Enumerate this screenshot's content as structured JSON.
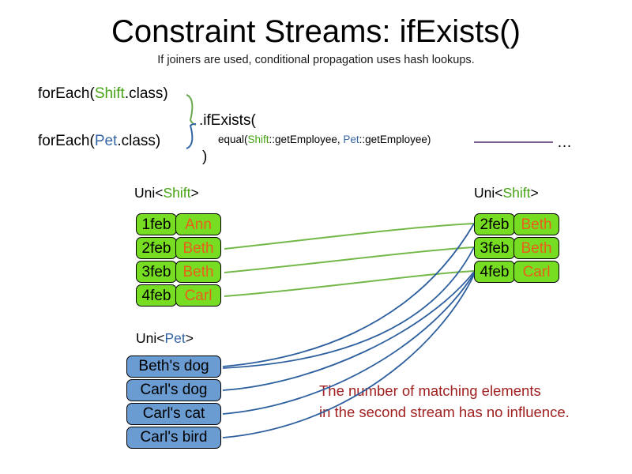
{
  "slide": {
    "title": "Constraint Streams: ifExists()",
    "subtitle": "If joiners are used, conditional propagation uses hash lookups."
  },
  "code": {
    "foreach_shift_prefix": "forEach(",
    "foreach_shift_type": "Shift",
    "foreach_shift_suffix": ".class)",
    "foreach_pet_prefix": "forEach(",
    "foreach_pet_type": "Pet",
    "foreach_pet_suffix": ".class)",
    "ifexists": ".ifExists(",
    "close_paren": ")",
    "equal_prefix": "equal(",
    "equal_left_type": "Shift",
    "equal_left_method": "::getEmployee, ",
    "equal_right_type": "Pet",
    "equal_right_method": "::getEmployee)",
    "ellipsis": "…"
  },
  "streams": {
    "left_shift": {
      "label_prefix": "Uni<",
      "label_type": "Shift",
      "label_suffix": ">",
      "rows": [
        {
          "date": "1feb",
          "name": "Ann"
        },
        {
          "date": "2feb",
          "name": "Beth"
        },
        {
          "date": "3feb",
          "name": "Beth"
        },
        {
          "date": "4feb",
          "name": "Carl"
        }
      ]
    },
    "right_shift": {
      "label_prefix": "Uni<",
      "label_type": "Shift",
      "label_suffix": ">",
      "rows": [
        {
          "date": "2feb",
          "name": "Beth"
        },
        {
          "date": "3feb",
          "name": "Beth"
        },
        {
          "date": "4feb",
          "name": "Carl"
        }
      ]
    },
    "pet": {
      "label_prefix": "Uni<",
      "label_type": "Pet",
      "label_suffix": ">",
      "rows": [
        {
          "text": "Beth's dog"
        },
        {
          "text": "Carl's dog"
        },
        {
          "text": "Carl's cat"
        },
        {
          "text": "Carl's bird"
        }
      ]
    }
  },
  "note": {
    "line1": "The number of matching elements",
    "line2": "in the second stream has no influence."
  },
  "colors": {
    "shift_green": "#77dd22",
    "pet_blue": "#6a9bd1",
    "name_orange": "#e8601c",
    "type_green": "#47a315",
    "type_blue": "#3465a4",
    "note_red": "#a02020",
    "link_green": "#74b84a",
    "link_blue": "#2d5f9e",
    "connector_purple": "#7b5f8e"
  }
}
